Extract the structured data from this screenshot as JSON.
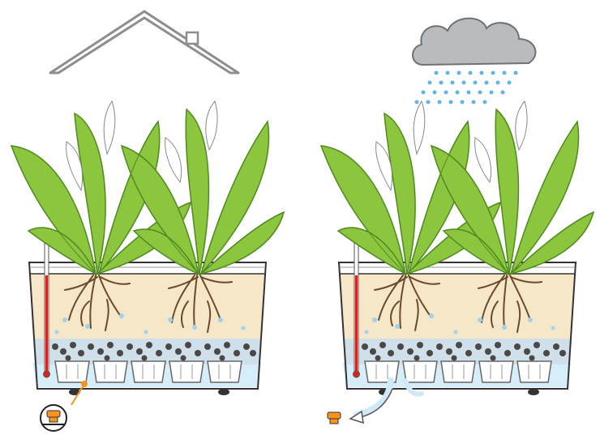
{
  "scene": {
    "panels": [
      {
        "id": "indoor",
        "weather": "roof",
        "drain": "plug-inserted"
      },
      {
        "id": "outdoor",
        "weather": "rain-cloud",
        "drain": "plug-removed"
      }
    ]
  },
  "colors": {
    "leaf": "#8cc63f",
    "leaf_dark": "#4f8a1e",
    "soil": "#f6e7c9",
    "gravel": "#4b4845",
    "water": "#cfe9f7",
    "water_drop": "#5fb5e6",
    "roots": "#6b4a2b",
    "cloud": "#b9bcbf",
    "roof": "#8d8d8d",
    "plug": "#f7941d",
    "spathe": "#ffffff"
  },
  "icons": [
    "house-roof-icon",
    "rain-cloud-icon",
    "drain-plug-icon",
    "water-level-indicator-icon",
    "arrow-icon"
  ]
}
